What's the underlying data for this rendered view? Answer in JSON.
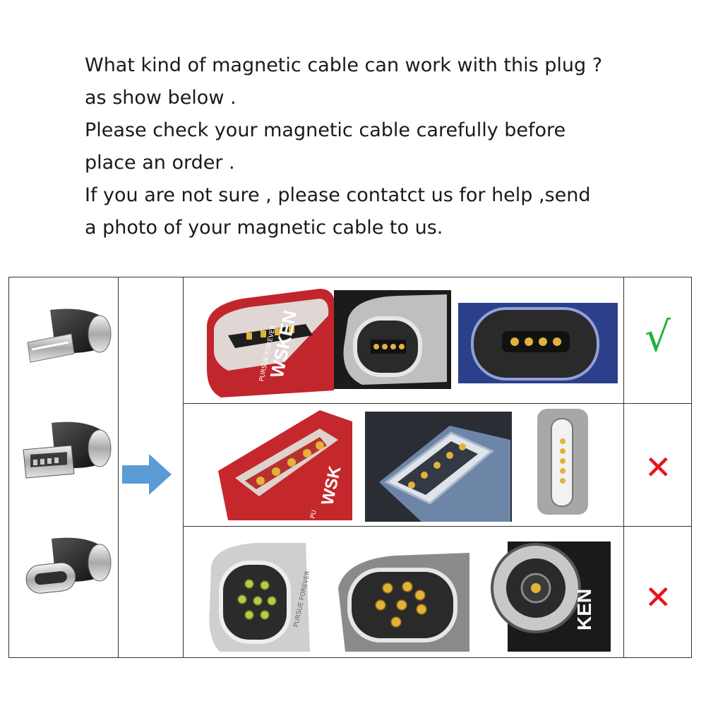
{
  "intro": {
    "lines": [
      "What kind of magnetic cable can work with this plug ?",
      "as show below .",
      "Please check your magnetic cable carefully before",
      "place an order .",
      "If you are not sure , please contatct us for help ,send",
      "a photo of your magnetic cable to us."
    ]
  },
  "table": {
    "plugs": [
      {
        "icon": "lightning-plug-icon"
      },
      {
        "icon": "micro-usb-plug-icon"
      },
      {
        "icon": "usb-c-plug-icon"
      }
    ],
    "arrow_icon": "right-arrow-icon",
    "rows": [
      {
        "result_icon": "check-icon",
        "mark": "√",
        "mark_color": "#1db33a",
        "brand_text": "WSKEN",
        "slogan": "PURSUE FOREVER"
      },
      {
        "result_icon": "cross-icon",
        "mark": "✕",
        "mark_color": "#e8141c",
        "brand_text": "WSK",
        "slogan": "PU"
      },
      {
        "result_icon": "cross-icon",
        "mark": "✕",
        "mark_color": "#e8141c",
        "brand_text": "KEN",
        "slogan": "PURSUE FOREVER"
      }
    ]
  },
  "colors": {
    "red_connector": "#c0262c",
    "navy_connector": "#2c3f8a",
    "gold_pin": "#e2b23a",
    "pin_green": "#b9c94a"
  }
}
